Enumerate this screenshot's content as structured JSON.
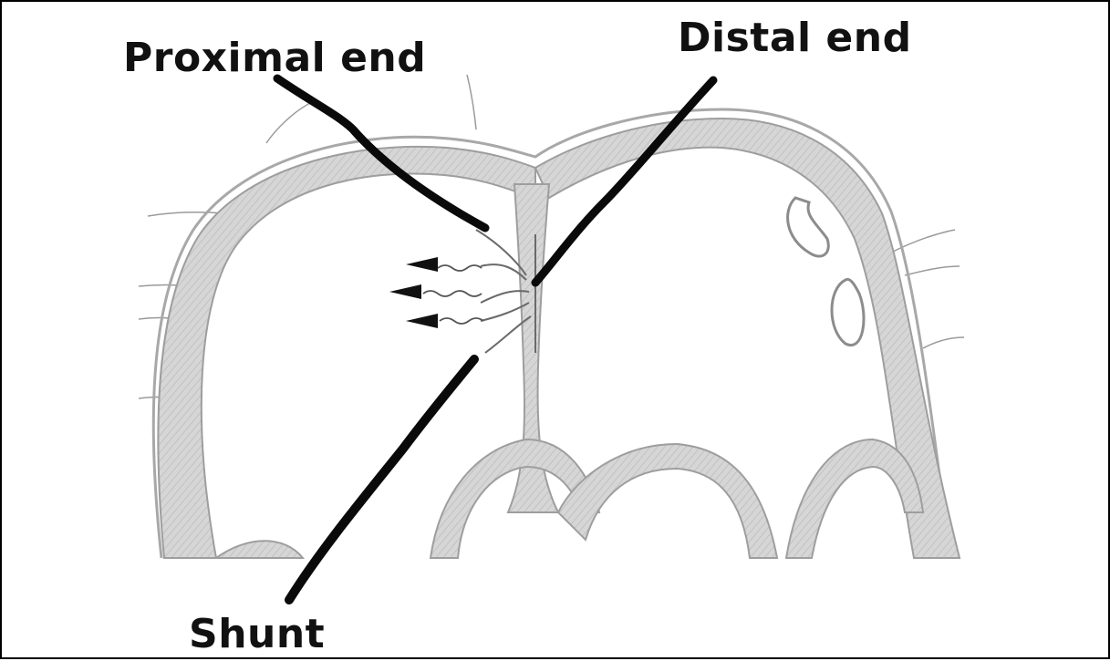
{
  "labels": {
    "proximal_end": "Proximal end",
    "distal_end": "Distal end",
    "shunt": "Shunt"
  }
}
